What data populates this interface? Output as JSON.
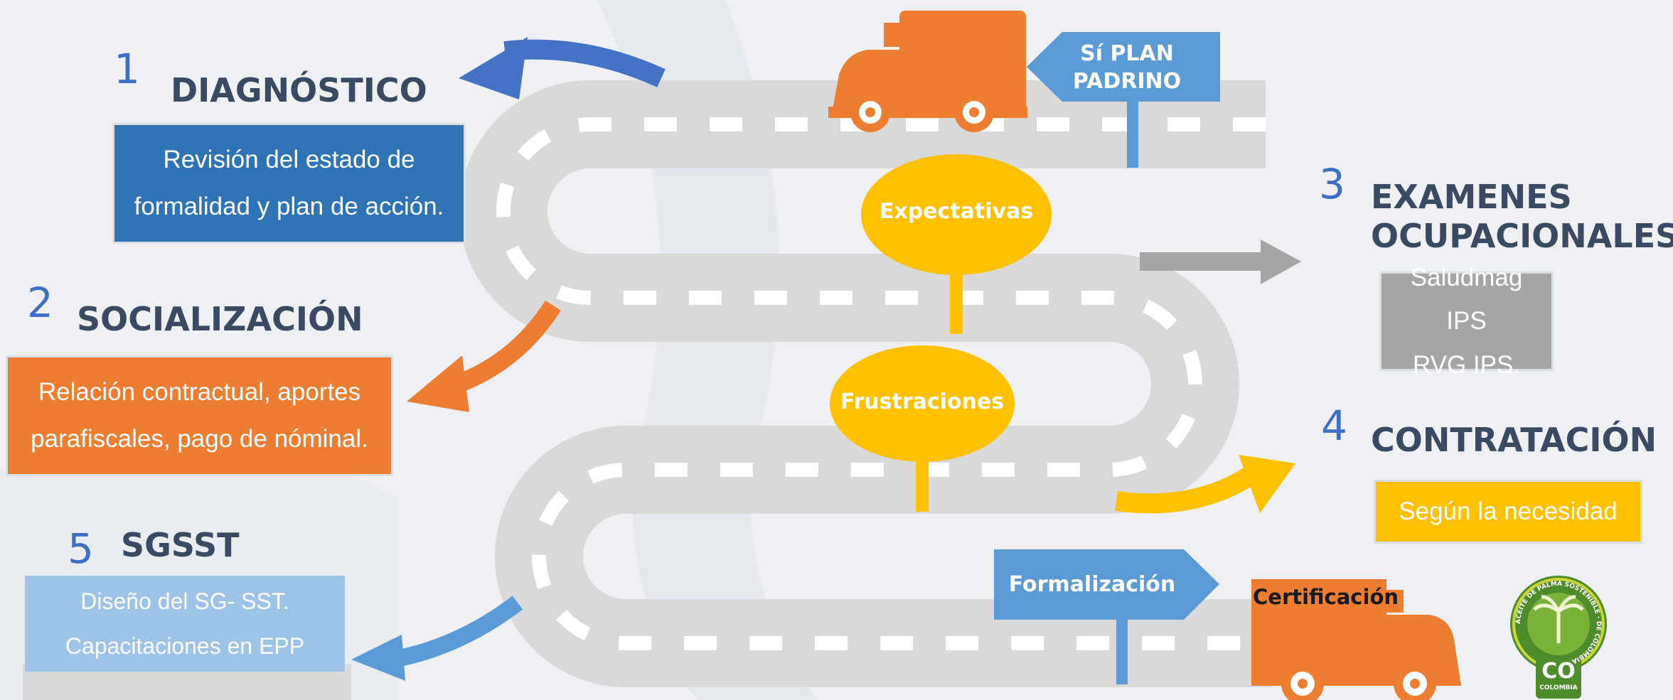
{
  "steps": [
    {
      "number": "1",
      "title": "DIAGNÓSTICO",
      "text": "Revisión del estado de\nformalidad y plan de acción.",
      "color": "#2e74b5"
    },
    {
      "number": "2",
      "title": "SOCIALIZACIÓN",
      "text": "Relación contractual, aportes\nparafiscales, pago de nóminal.",
      "color": "#ed7d31"
    },
    {
      "number": "3",
      "title": "EXAMENES\nOCUPACIONALES",
      "text": "Saludmag IPS\nRVG IPS.",
      "color": "#a5a5a5"
    },
    {
      "number": "4",
      "title": "CONTRATACIÓN",
      "text": "Según la necesidad",
      "color": "#ffc000"
    },
    {
      "number": "5",
      "title": "SGSST",
      "text": "Diseño del SG- SST.\nCapacitaciones en EPP",
      "color": "#9dc3e6"
    }
  ],
  "road_labels": {
    "start_sign": "Sí PLAN\nPADRINO",
    "oval_1": "Expectativas",
    "oval_2": "Frustraciones",
    "end_sign": "Formalización",
    "truck_label": "Certificación"
  },
  "badge": {
    "ring_text": "ACEITE DE PALMA SOSTENIBLE · DE COLOMBIA ·",
    "code": "CO",
    "country": "COLOMBIA"
  },
  "colors": {
    "road": "#d9d9d9",
    "truck": "#ed7d31",
    "sign": "#5b9bd5",
    "oval": "#ffc000",
    "badge_green": "#4e8b2a"
  }
}
